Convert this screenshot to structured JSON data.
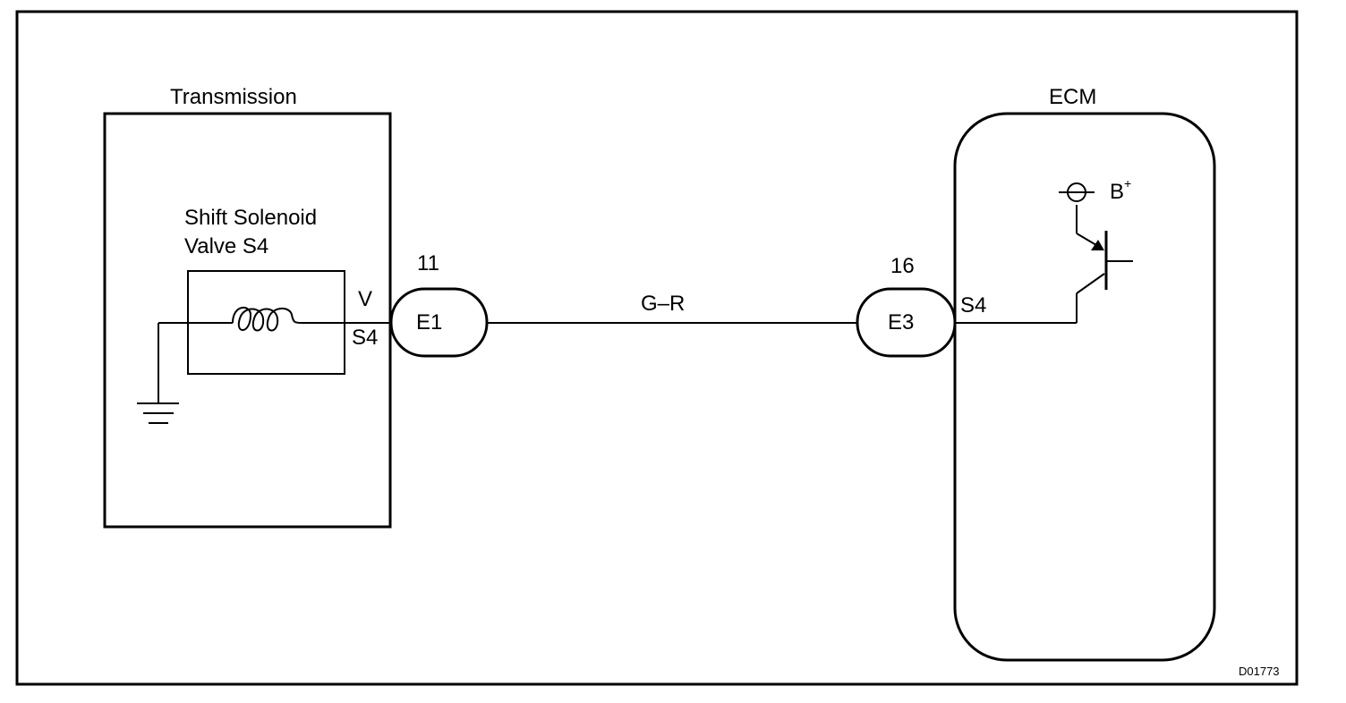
{
  "transmission": {
    "title": "Transmission",
    "solenoid_line1": "Shift Solenoid",
    "solenoid_line2": "Valve S4",
    "wire_color": "V",
    "terminal": "S4"
  },
  "connector_e1": {
    "pin": "11",
    "name": "E1"
  },
  "harness": {
    "wire_color": "G–R"
  },
  "connector_e3": {
    "pin": "16",
    "name": "E3"
  },
  "ecm": {
    "title": "ECM",
    "terminal": "S4",
    "supply_label": "B",
    "supply_sup": "+"
  },
  "figure_code": "D01773"
}
